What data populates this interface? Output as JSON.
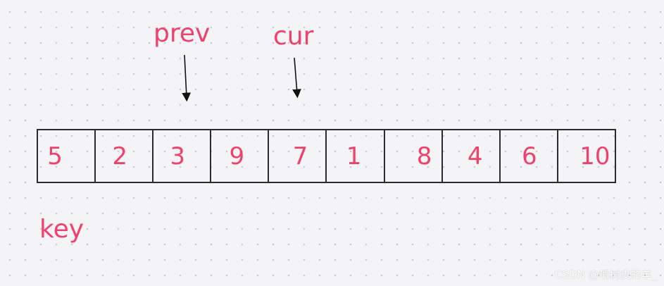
{
  "labels": {
    "prev": "prev",
    "cur": "cur",
    "key": "key"
  },
  "array": {
    "values": [
      "5",
      "2",
      "3",
      "9",
      "7",
      "1",
      "8",
      "4",
      "6",
      "10"
    ]
  },
  "watermark": "CSDN @啃树皮的羊_",
  "colors": {
    "accent": "#f0416c",
    "stroke": "#2b2b2b",
    "background": "#f4f4f6"
  }
}
